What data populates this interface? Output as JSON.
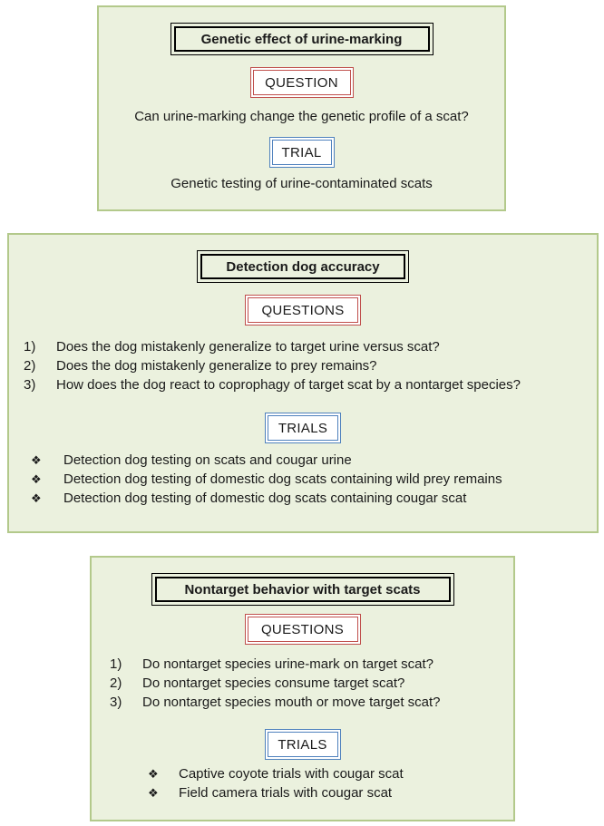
{
  "panels": [
    {
      "title": "Genetic effect of  urine-marking",
      "question_label": "QUESTION",
      "question_text": "Can urine-marking change the genetic profile of a scat?",
      "trial_label": "TRIAL",
      "trial_text": "Genetic testing of urine-contaminated scats"
    },
    {
      "title": "Detection dog accuracy",
      "question_label": "QUESTIONS",
      "questions": [
        {
          "num": "1)",
          "text": "Does the dog mistakenly generalize to target urine versus scat?"
        },
        {
          "num": "2)",
          "text": "Does the dog mistakenly generalize to prey remains?"
        },
        {
          "num": "3)",
          "text": "How does the dog react to coprophagy of target scat by a nontarget species?"
        }
      ],
      "trial_label": "TRIALS",
      "trials": [
        "Detection dog testing on scats and cougar urine",
        "Detection dog testing of domestic dog scats containing wild prey remains",
        "Detection dog testing of domestic dog scats containing cougar scat"
      ]
    },
    {
      "title": "Nontarget behavior with target scats",
      "question_label": "QUESTIONS",
      "questions": [
        {
          "num": "1)",
          "text": "Do nontarget species urine-mark on target scat?"
        },
        {
          "num": "2)",
          "text": "Do nontarget species consume target scat?"
        },
        {
          "num": "3)",
          "text": "Do nontarget species mouth or move target scat?"
        }
      ],
      "trial_label": "TRIALS",
      "trials": [
        "Captive coyote trials with cougar scat",
        "Field camera trials with cougar scat"
      ]
    }
  ],
  "bullet_glyph": "❖",
  "colors": {
    "panel_fill": "#ebf1de",
    "panel_border": "#b3c98b",
    "question_border": "#c0504d",
    "trial_border": "#4f81bd"
  }
}
